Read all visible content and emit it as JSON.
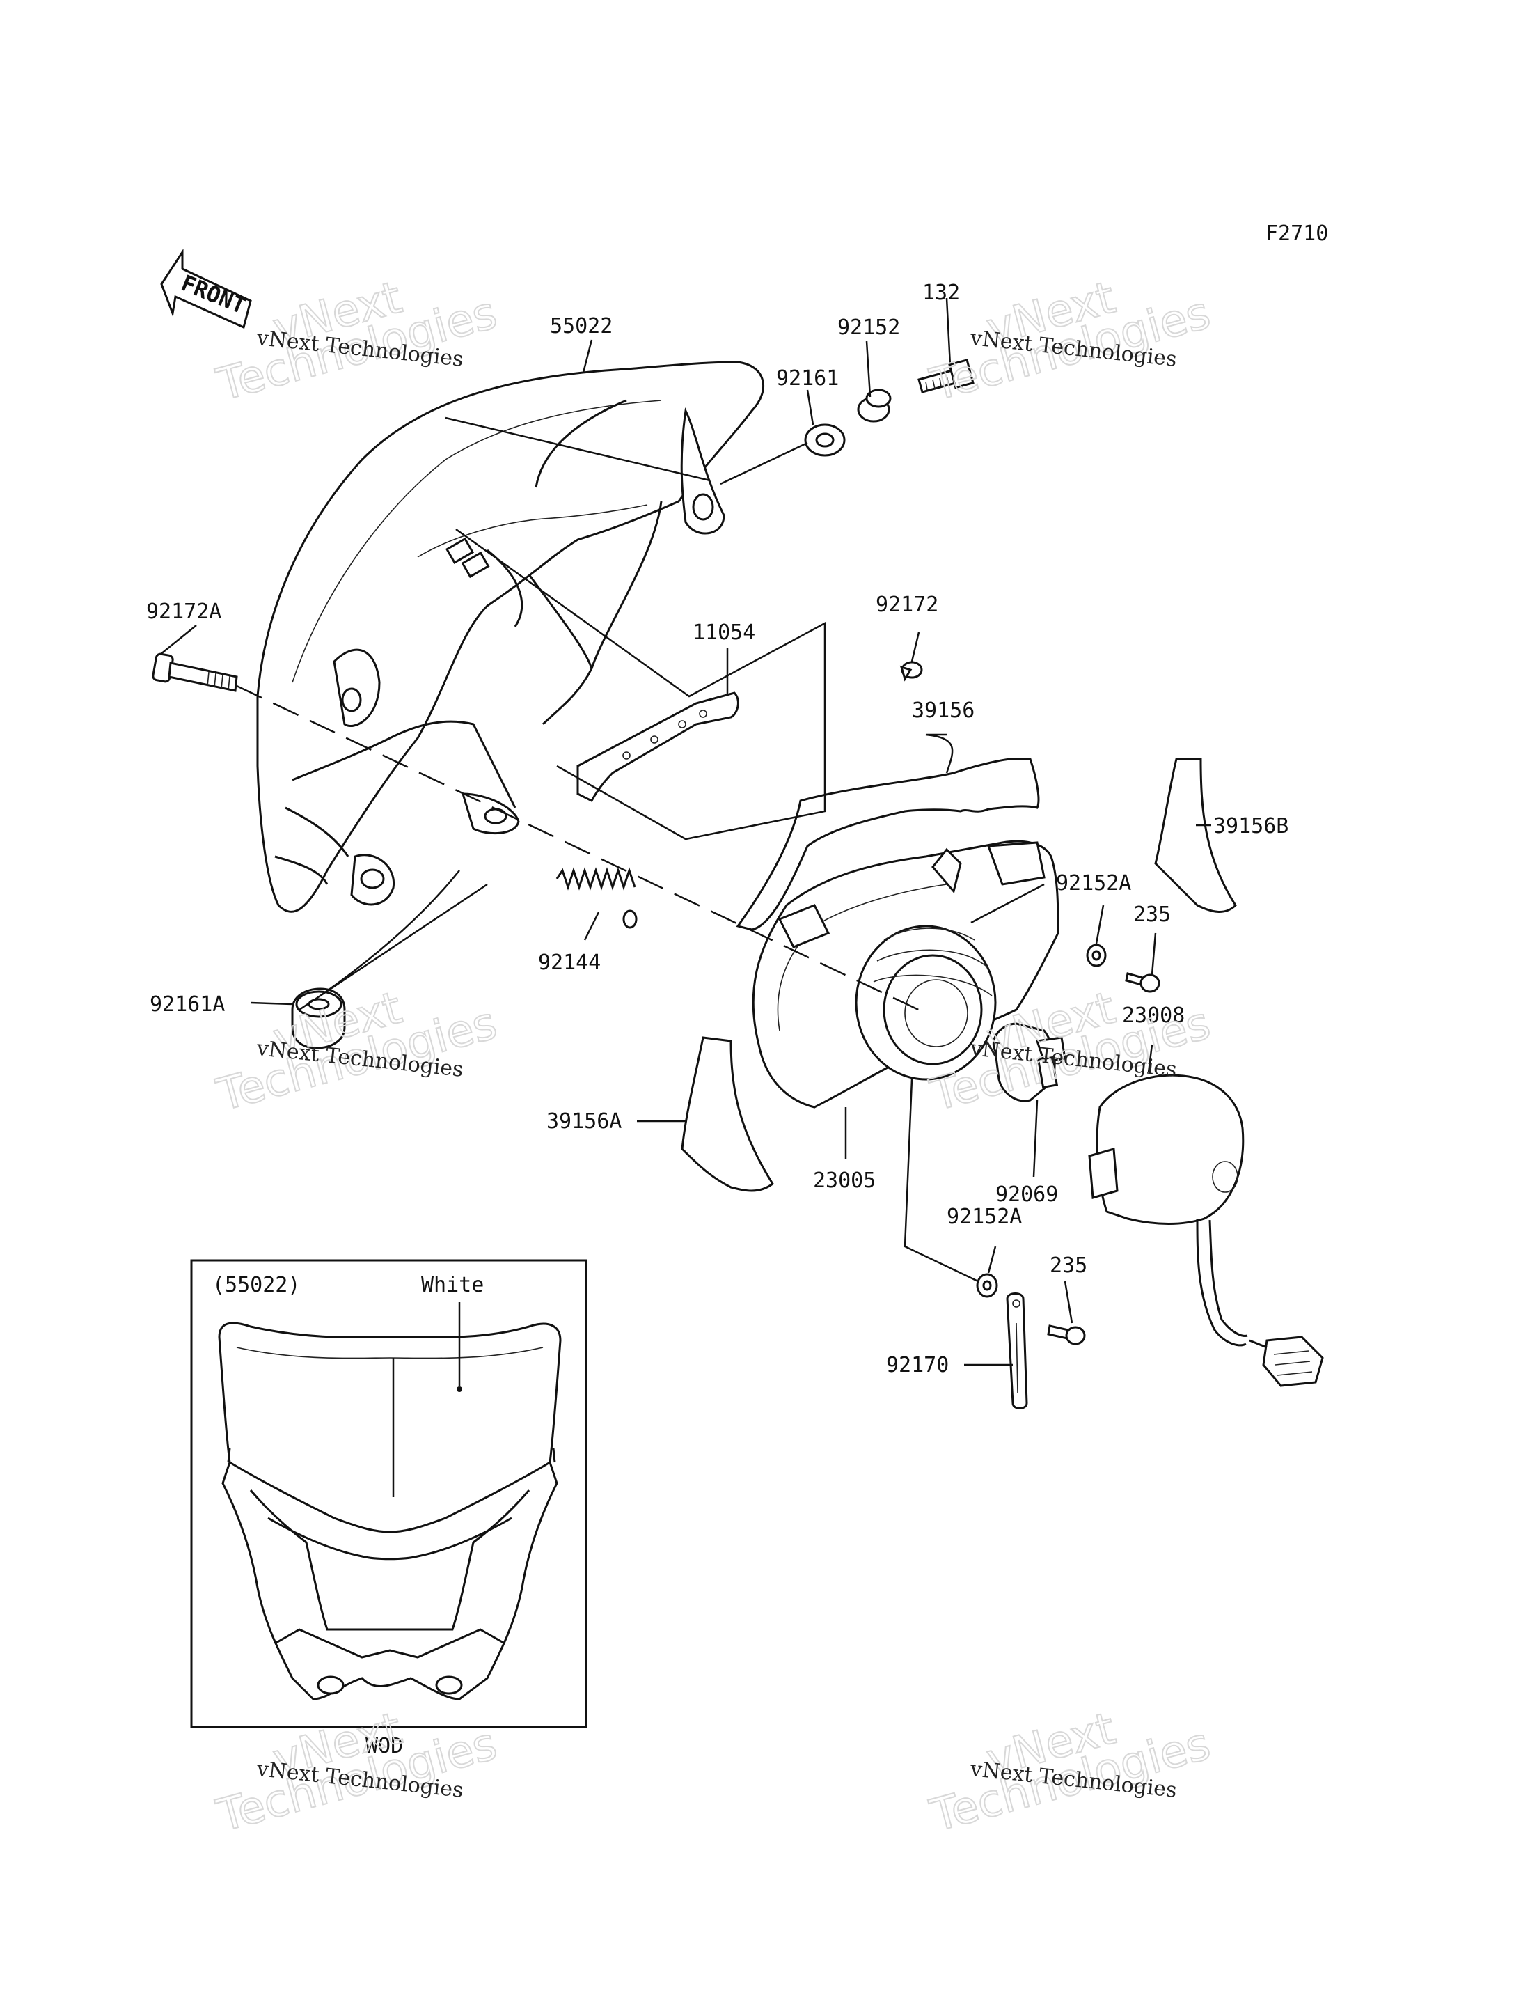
{
  "figure_code": "F2710",
  "front_label": "FRONT",
  "callouts": [
    {
      "id": "c55022",
      "text": "55022"
    },
    {
      "id": "c92161",
      "text": "92161"
    },
    {
      "id": "c92152",
      "text": "92152"
    },
    {
      "id": "c132",
      "text": "132"
    },
    {
      "id": "c92172A",
      "text": "92172A"
    },
    {
      "id": "c11054",
      "text": "11054"
    },
    {
      "id": "c92172",
      "text": "92172"
    },
    {
      "id": "c39156",
      "text": "39156"
    },
    {
      "id": "c39156B",
      "text": "39156B"
    },
    {
      "id": "c92152A_1",
      "text": "92152A"
    },
    {
      "id": "c235_1",
      "text": "235"
    },
    {
      "id": "c92144",
      "text": "92144"
    },
    {
      "id": "c23008",
      "text": "23008"
    },
    {
      "id": "c92161A",
      "text": "92161A"
    },
    {
      "id": "c39156A",
      "text": "39156A"
    },
    {
      "id": "c23005",
      "text": "23005"
    },
    {
      "id": "c92069",
      "text": "92069"
    },
    {
      "id": "c92152A_2",
      "text": "92152A"
    },
    {
      "id": "c235_2",
      "text": "235"
    },
    {
      "id": "c92170",
      "text": "92170"
    }
  ],
  "inset": {
    "part_ref": "(55022)",
    "color_label": "White",
    "variant_label": "WOD"
  },
  "watermarks": [
    {
      "line1": "vNext Technologies",
      "line2": "vNext",
      "line3": "Technologies"
    },
    {
      "line1": "vNext Technologies",
      "line2": "vNext",
      "line3": "Technologies"
    },
    {
      "line1": "vNext Technologies",
      "line2": "vNext",
      "line3": "Technologies"
    },
    {
      "line1": "vNext Technologies",
      "line2": "vNext",
      "line3": "Technologies"
    },
    {
      "line1": "vNext Technologies",
      "line2": "vNext",
      "line3": "Technologies"
    },
    {
      "line1": "vNext Technologies",
      "line2": "vNext",
      "line3": "Technologies"
    }
  ]
}
